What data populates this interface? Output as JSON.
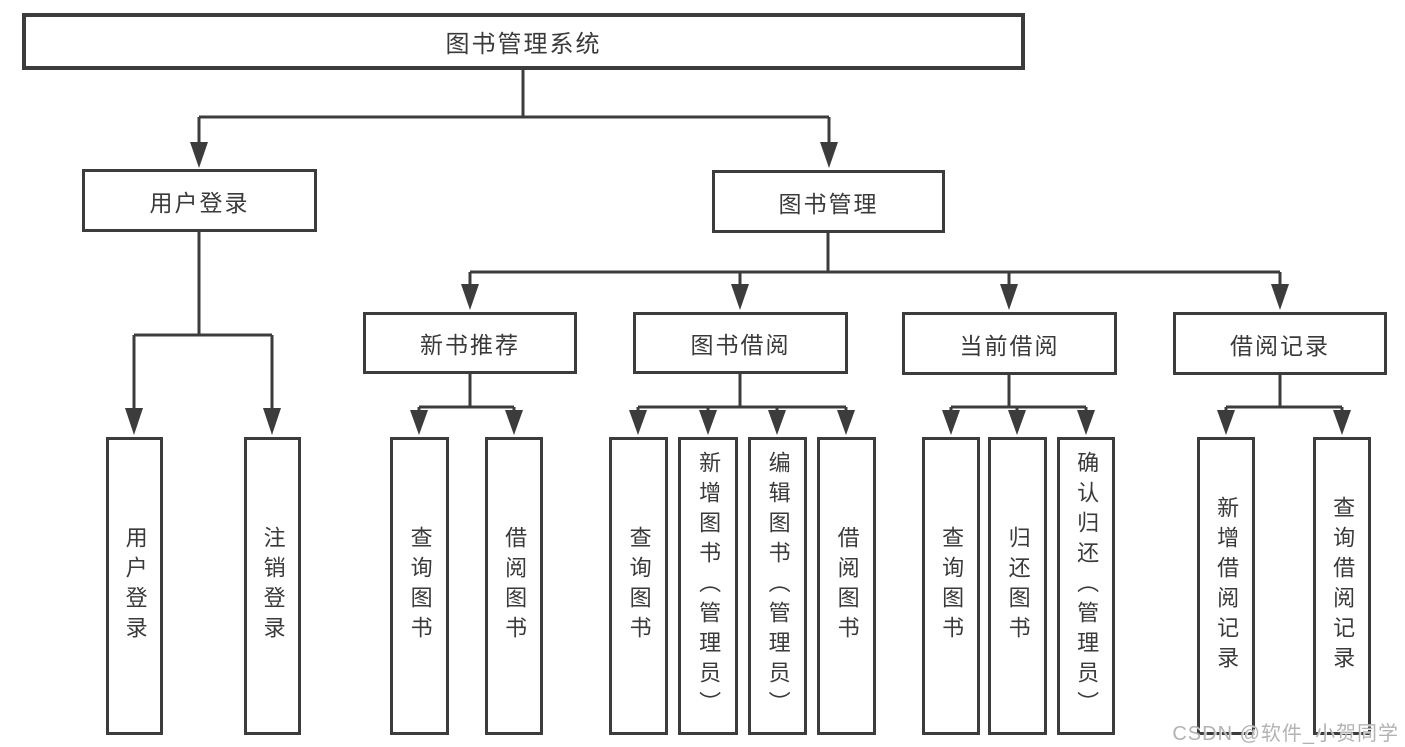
{
  "diagram": {
    "type": "hierarchy",
    "root_label": "图书管理系统"
  },
  "colors": {
    "line": "#3c3c3c",
    "text": "#3a3a3a",
    "background": "#ffffff",
    "watermark": "#b3b3b3"
  },
  "nodes": {
    "root": {
      "label": "图书管理系统"
    },
    "user_login": {
      "label": "用户登录"
    },
    "book_mgmt": {
      "label": "图书管理"
    },
    "new_book_rec": {
      "label": "新书推荐"
    },
    "book_borrow": {
      "label": "图书借阅"
    },
    "current_borrow": {
      "label": "当前借阅"
    },
    "borrow_record": {
      "label": "借阅记录"
    },
    "ul_login": {
      "label": "用户登录"
    },
    "ul_logout": {
      "label": "注销登录"
    },
    "nb_query": {
      "label": "查询图书"
    },
    "nb_borrow": {
      "label": "借阅图书"
    },
    "bb_query": {
      "label": "查询图书"
    },
    "bb_add": {
      "label": "新增图书（管理员）"
    },
    "bb_edit": {
      "label": "编辑图书（管理员）"
    },
    "bb_borrow": {
      "label": "借阅图书"
    },
    "cb_query": {
      "label": "查询图书"
    },
    "cb_return": {
      "label": "归还图书"
    },
    "cb_confirm": {
      "label": "确认归还（管理员）"
    },
    "br_add": {
      "label": "新增借阅记录"
    },
    "br_query": {
      "label": "查询借阅记录"
    }
  },
  "hierarchy": [
    {
      "parent": "图书管理系统",
      "children": [
        "用户登录",
        "图书管理"
      ]
    },
    {
      "parent": "用户登录",
      "children": [
        "用户登录",
        "注销登录"
      ]
    },
    {
      "parent": "图书管理",
      "children": [
        "新书推荐",
        "图书借阅",
        "当前借阅",
        "借阅记录"
      ]
    },
    {
      "parent": "新书推荐",
      "children": [
        "查询图书",
        "借阅图书"
      ]
    },
    {
      "parent": "图书借阅",
      "children": [
        "查询图书",
        "新增图书（管理员）",
        "编辑图书（管理员）",
        "借阅图书"
      ]
    },
    {
      "parent": "当前借阅",
      "children": [
        "查询图书",
        "归还图书",
        "确认归还（管理员）"
      ]
    },
    {
      "parent": "借阅记录",
      "children": [
        "新增借阅记录",
        "查询借阅记录"
      ]
    }
  ],
  "watermark": {
    "text": "CSDN @软件_小贺同学"
  }
}
